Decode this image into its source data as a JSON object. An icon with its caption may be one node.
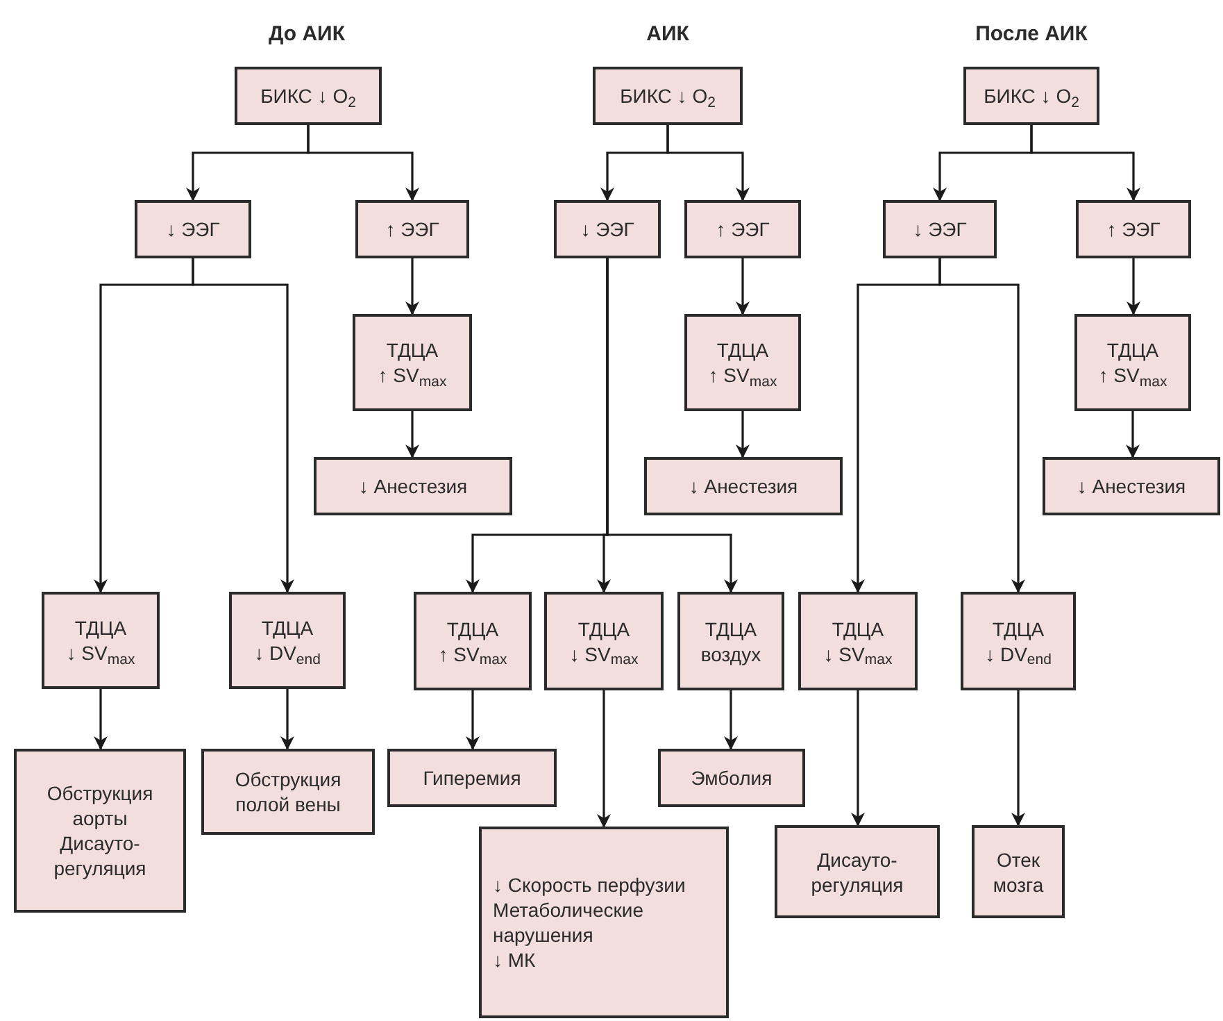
{
  "diagram": {
    "nodes": [
      {
        "text": [
          "БИКС ↓ O$_{2}$"
        ]
      },
      {
        "text": [
          "↓ ЭЭГ"
        ]
      },
      {
        "text": [
          "↑ ЭЭГ"
        ]
      },
      {
        "text": [
          "ТДЦА",
          "↑ SV$_{max}$"
        ]
      },
      {
        "text": [
          "↓ Анестезия"
        ]
      },
      {
        "text": [
          "ТДЦА",
          "↓ SV$_{max}$"
        ]
      },
      {
        "text": [
          "ТДЦА",
          "↓ DV$_{end}$"
        ]
      },
      {
        "text": [
          "Обструкция аорты",
          "Дисауто-регуляция"
        ]
      },
      {
        "text": [
          "Обструкция полой вены"
        ]
      },
      {
        "text": [
          "БИКС ↓ O$_{2}$"
        ]
      },
      {
        "text": [
          "↓ ЭЭГ"
        ]
      },
      {
        "text": [
          "↑ ЭЭГ"
        ]
      },
      {
        "text": [
          "ТДЦА",
          "↑ SV$_{max}$"
        ]
      },
      {
        "text": [
          "↓ Анестезия"
        ]
      },
      {
        "text": [
          "ТДЦА",
          "↑ SV$_{max}$"
        ]
      },
      {
        "text": [
          "ТДЦА",
          "↓ SV$_{max}$"
        ]
      },
      {
        "text": [
          "ТДЦА",
          "воздух"
        ]
      },
      {
        "text": [
          "Гиперемия"
        ]
      },
      {
        "text": [
          "Эмболия"
        ]
      },
      {
        "text": [
          "↓ Скорость перфузии",
          "Метаболические нарушения",
          "↓ МК"
        ]
      },
      {
        "text": [
          "БИКС ↓ O$_{2}$"
        ]
      },
      {
        "text": [
          "↓ ЭЭГ"
        ]
      },
      {
        "text": [
          "↑ ЭЭГ"
        ]
      },
      {
        "text": [
          "ТДЦА",
          "↑ SV$_{max}$"
        ]
      },
      {
        "text": [
          "↓ Анестезия"
        ]
      },
      {
        "text": [
          "ТДЦА",
          "↓ SV$_{max}$"
        ]
      },
      {
        "text": [
          "ТДЦА",
          "↓ DV$_{end}$"
        ]
      },
      {
        "text": [
          "Дисауто-регуляция"
        ]
      },
      {
        "text": [
          "Отек мозга"
        ]
      }
    ],
    "edges": [
      {
        "from": 0,
        "to": 1,
        "arrow": "to"
      },
      {
        "from": 0,
        "to": 2,
        "arrow": "to"
      },
      {
        "from": 2,
        "to": 3,
        "arrow": "to"
      },
      {
        "from": 3,
        "to": 4,
        "arrow": "to"
      },
      {
        "from": 1,
        "to": 5,
        "arrow": "to"
      },
      {
        "from": 1,
        "to": 6,
        "arrow": "to"
      },
      {
        "from": 5,
        "to": 7,
        "arrow": "to"
      },
      {
        "from": 6,
        "to": 8,
        "arrow": "to"
      },
      {
        "from": 9,
        "to": 10,
        "arrow": "to"
      },
      {
        "from": 9,
        "to": 11,
        "arrow": "to"
      },
      {
        "from": 11,
        "to": 12,
        "arrow": "to"
      },
      {
        "from": 12,
        "to": 13,
        "arrow": "to"
      },
      {
        "from": 10,
        "to": 14,
        "arrow": "to"
      },
      {
        "from": 10,
        "to": 15,
        "arrow": "to"
      },
      {
        "from": 10,
        "to": 16,
        "arrow": "to"
      },
      {
        "from": 14,
        "to": 17,
        "arrow": "to"
      },
      {
        "from": 16,
        "to": 18,
        "arrow": "to"
      },
      {
        "from": 15,
        "to": 19,
        "arrow": "to"
      },
      {
        "from": 20,
        "to": 21,
        "arrow": "to"
      },
      {
        "from": 20,
        "to": 22,
        "arrow": "to"
      },
      {
        "from": 22,
        "to": 23,
        "arrow": "to"
      },
      {
        "from": 23,
        "to": 24,
        "arrow": "to"
      },
      {
        "from": 21,
        "to": 25,
        "arrow": "to"
      },
      {
        "from": 21,
        "to": 26,
        "arrow": "to"
      },
      {
        "from": 25,
        "to": 27,
        "arrow": "to"
      },
      {
        "from": 26,
        "to": 28,
        "arrow": "to"
      }
    ],
    "labels": [
      "До АИК",
      "АИК",
      "После АИК"
    ]
  }
}
